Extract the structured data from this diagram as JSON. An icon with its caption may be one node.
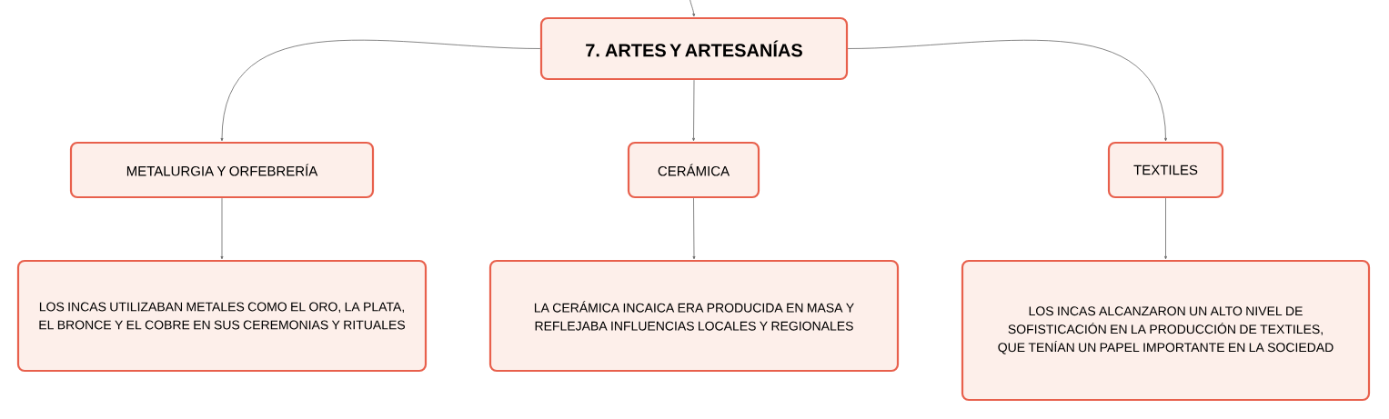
{
  "diagram": {
    "nodes": [
      {
        "text": [
          "7. ARTES Y ARTESANÍAS"
        ]
      },
      {
        "text": [
          "METALURGIA Y ORFEBRERÍA"
        ]
      },
      {
        "text": [
          "CERÁMICA"
        ]
      },
      {
        "text": [
          "TEXTILES"
        ]
      },
      {
        "text": [
          "LOS INCAS UTILIZABAN METALES COMO EL ORO, LA PLATA, EL BRONCE Y EL COBRE EN SUS CEREMONIAS Y RITUALES"
        ]
      },
      {
        "text": [
          "LA CERÁMICA INCAICA ERA PRODUCIDA EN MASA Y REFLEJABA INFLUENCIAS LOCALES Y REGIONALES"
        ]
      },
      {
        "text": [
          "LOS INCAS ALCANZARON UN ALTO NIVEL DE SOFISTICACIÓN EN LA PRODUCCIÓN DE TEXTILES, QUE TENÍAN UN PAPEL IMPORTANTE EN LA SOCIEDAD"
        ]
      }
    ],
    "edges": [
      {
        "from": null,
        "to": 0,
        "arrow": "to"
      },
      {
        "from": 0,
        "to": 1,
        "arrow": "to"
      },
      {
        "from": 0,
        "to": 2,
        "arrow": "to"
      },
      {
        "from": 0,
        "to": 3,
        "arrow": "to"
      },
      {
        "from": 1,
        "to": 4,
        "arrow": "to"
      },
      {
        "from": 2,
        "to": 5,
        "arrow": "to"
      },
      {
        "from": 3,
        "to": 6,
        "arrow": "to"
      }
    ]
  }
}
